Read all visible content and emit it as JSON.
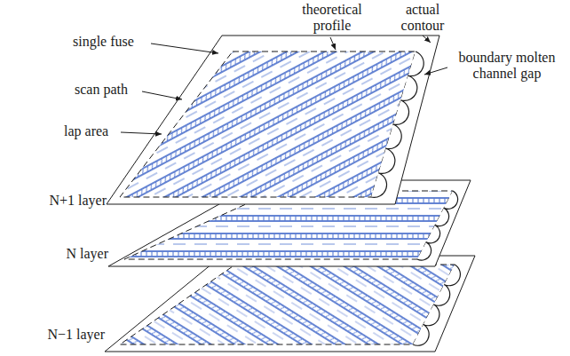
{
  "diagram": {
    "labels": [
      "theoretical profile",
      "actual contour",
      "single fuse",
      "boundary molten channel gap",
      "scan path",
      "lap area",
      "N+1 layer",
      "N layer",
      "N−1 layer"
    ]
  }
}
